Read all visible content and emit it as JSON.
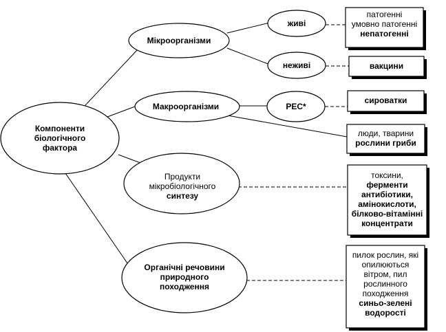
{
  "center": {
    "lines": [
      "Компоненти",
      "біологічного",
      "фактора"
    ]
  },
  "categories": {
    "micro": {
      "label": "Мікроорганізми"
    },
    "macro": {
      "label": "Макроорганізми"
    },
    "synth": {
      "lines": [
        "Продукти",
        "мікробіологічного",
        "синтезу"
      ]
    },
    "organic": {
      "lines": [
        "Органічні речовини",
        "природного",
        "походження"
      ]
    }
  },
  "subnodes": {
    "alive": "живі",
    "notalive": "неживі",
    "res": "РЕС*"
  },
  "boxes": {
    "alive": [
      "патогенні",
      "умовно патогенні",
      "непатогенні"
    ],
    "notalive": [
      "вакцини"
    ],
    "res": [
      "сироватки"
    ],
    "macro": [
      "люди, тварини",
      "рослини гриби"
    ],
    "synth": [
      "токсини,",
      "ферменти",
      "антибіотики,",
      "амінокислоти,",
      "білково-вітамінні",
      "концентрати"
    ],
    "organic": [
      "пилок рослин, які",
      "опилюються",
      "вітром, пил",
      "рослинного",
      "походження",
      "синьо-зелені",
      "водорості"
    ]
  }
}
